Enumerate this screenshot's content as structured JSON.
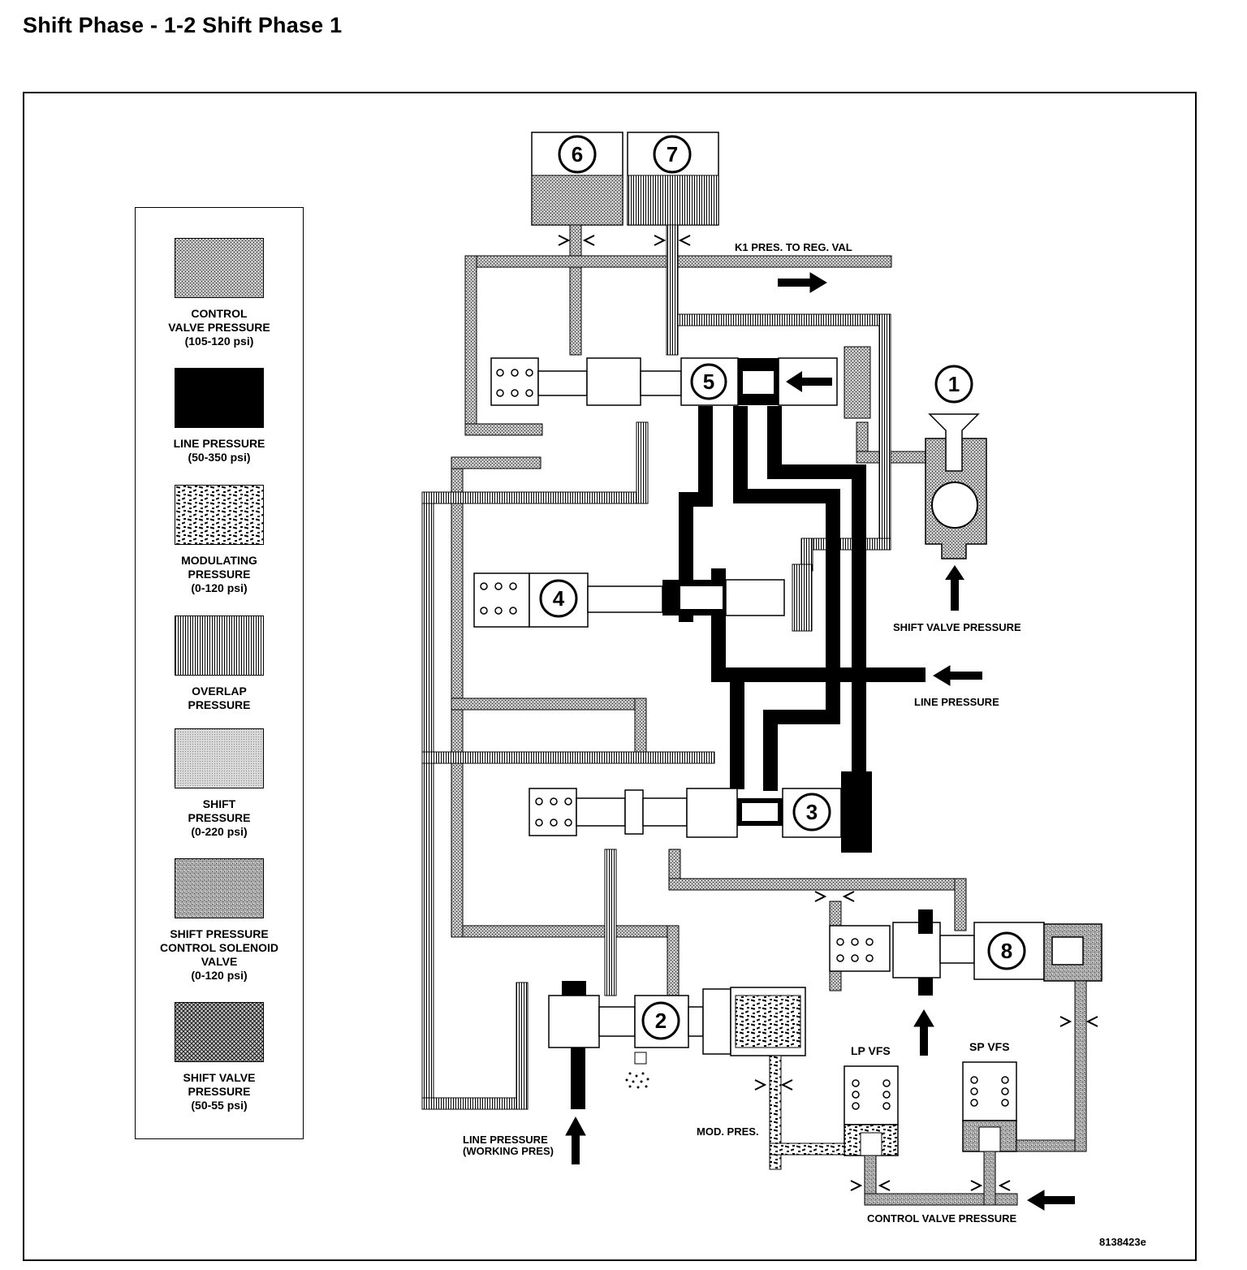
{
  "title": "Shift Phase - 1-2 Shift Phase 1",
  "figure_id": "8138423e",
  "legend": [
    {
      "key": "control",
      "label": "CONTROL\nVALVE PRESSURE\n(105-120 psi)"
    },
    {
      "key": "line",
      "label": "LINE PRESSURE\n(50-350 psi)"
    },
    {
      "key": "modulating",
      "label": "MODULATING\nPRESSURE\n(0-120 psi)"
    },
    {
      "key": "overlap",
      "label": "OVERLAP\nPRESSURE"
    },
    {
      "key": "shift",
      "label": "SHIFT\nPRESSURE\n(0-220 psi)"
    },
    {
      "key": "spcsv",
      "label": "SHIFT PRESSURE\nCONTROL SOLENOID\nVALVE\n(0-120 psi)"
    },
    {
      "key": "shiftvalve",
      "label": "SHIFT VALVE\nPRESSURE\n(50-55 psi)"
    }
  ],
  "components": {
    "c1": "1",
    "c2": "2",
    "c3": "3",
    "c4": "4",
    "c5": "5",
    "c6": "6",
    "c7": "7",
    "c8": "8"
  },
  "labels": {
    "k1": "K1 PRES. TO REG. VAL",
    "shift_valve_pressure": "SHIFT VALVE PRESSURE",
    "line_pressure": "LINE PRESSURE",
    "line_pressure_working_1": "LINE PRESSURE",
    "line_pressure_working_2": "(WORKING PRES)",
    "mod_pres": "MOD. PRES.",
    "lp_vfs": "LP VFS",
    "sp_vfs": "SP VFS",
    "control_valve_pressure": "CONTROL VALVE PRESSURE"
  }
}
